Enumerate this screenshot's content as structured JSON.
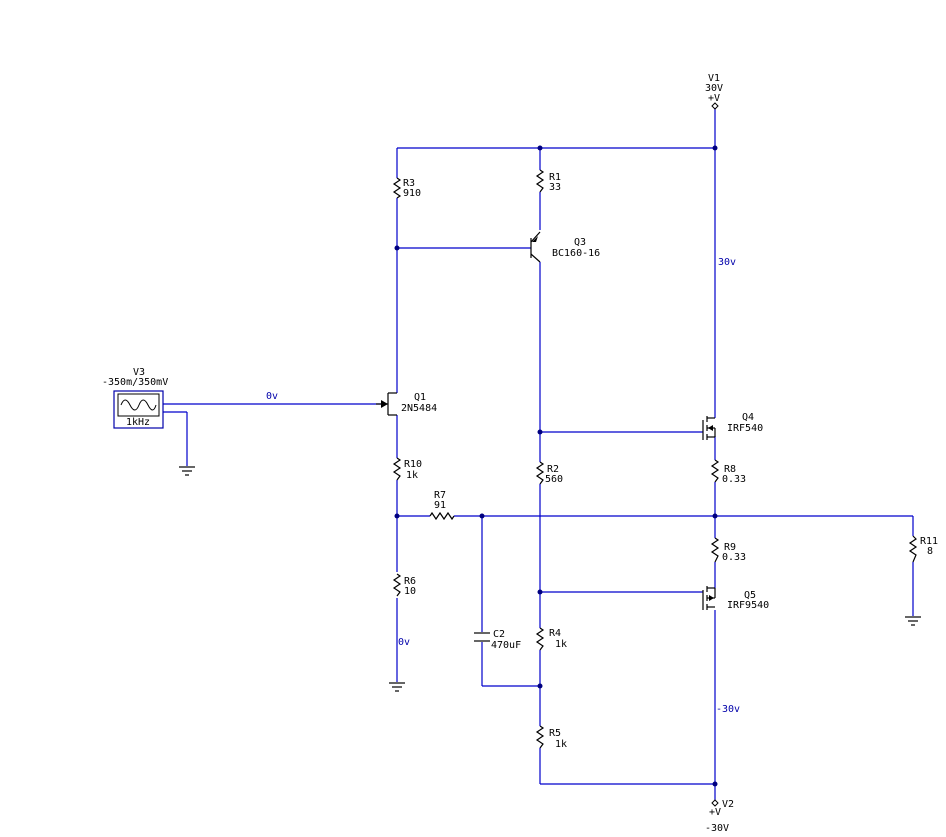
{
  "components": {
    "V1": {
      "name": "V1",
      "value": "30V",
      "sym": "+V"
    },
    "V2": {
      "name": "V2",
      "value": "-30V",
      "sym": "+V"
    },
    "V3": {
      "name": "V3",
      "value": "-350m/350mV",
      "freq": "1kHz"
    },
    "Q1": {
      "name": "Q1",
      "part": "2N5484"
    },
    "Q3": {
      "name": "Q3",
      "part": "BC160-16"
    },
    "Q4": {
      "name": "Q4",
      "part": "IRF540"
    },
    "Q5": {
      "name": "Q5",
      "part": "IRF9540"
    },
    "R1": {
      "name": "R1",
      "value": "33"
    },
    "R2": {
      "name": "R2",
      "value": "560"
    },
    "R3": {
      "name": "R3",
      "value": "910"
    },
    "R4": {
      "name": "R4",
      "value": "1k"
    },
    "R5": {
      "name": "R5",
      "value": "1k"
    },
    "R6": {
      "name": "R6",
      "value": "10"
    },
    "R7": {
      "name": "R7",
      "value": "91"
    },
    "R8": {
      "name": "R8",
      "value": "0.33"
    },
    "R9": {
      "name": "R9",
      "value": "0.33"
    },
    "R10": {
      "name": "R10",
      "value": "1k"
    },
    "R11": {
      "name": "R11",
      "value": "8"
    },
    "C2": {
      "name": "C2",
      "value": "470uF"
    }
  },
  "nets": {
    "input": "0v",
    "source_ground": "0v",
    "positive_rail": "30v",
    "negative_rail": "-30v"
  },
  "colors": {
    "wire": "#0000cc",
    "junction": "#000080",
    "component": "#000000",
    "net_label": "#0000aa"
  }
}
